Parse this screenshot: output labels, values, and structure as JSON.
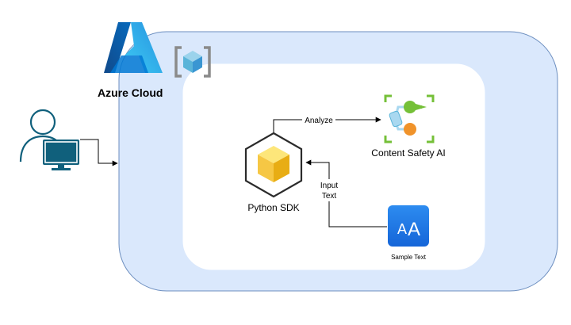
{
  "cloud": {
    "title": "Azure Cloud",
    "fill": "#dae8fc",
    "border": "#6c8ebf",
    "inner_fill": "#ffffff"
  },
  "nodes": {
    "user": {
      "icon": "user-computer-icon",
      "color": "#10607c"
    },
    "python_sdk": {
      "label": "Python SDK",
      "icon": "cube-icon",
      "color": "#f6c744"
    },
    "content_safety": {
      "label": "Content Safety AI",
      "icon": "content-safety-icon",
      "color": "#75c038"
    },
    "sample_text": {
      "label": "Sample Text",
      "icon": "text-aa-icon",
      "color": "#1a73e8"
    }
  },
  "edges": {
    "analyze": {
      "label": "Analyze"
    },
    "input_text": {
      "label_line1": "Input",
      "label_line2": "Text"
    }
  },
  "logos": {
    "azure": "azure-logo-icon",
    "resource_group": "resource-group-icon"
  }
}
